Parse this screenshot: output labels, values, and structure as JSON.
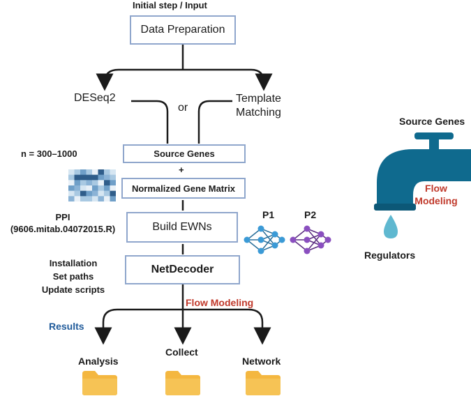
{
  "header": {
    "initial_step": "Initial step / Input"
  },
  "boxes": {
    "data_preparation": "Data Preparation",
    "source_genes": "Source Genes",
    "normalized_gene_matrix": "Normalized Gene Matrix",
    "build_ewns": "Build EWNs",
    "netdecoder": "NetDecoder"
  },
  "branches": {
    "deseq2": "DESeq2",
    "or": "or",
    "template_line1": "Template",
    "template_line2": "Matching"
  },
  "labels": {
    "n_range": "n = 300–1000",
    "plus": "+",
    "ppi_line1": "PPI",
    "ppi_line2": "(9606.mitab.04072015.R)",
    "p1": "P1",
    "p2": "P2",
    "install_line1": "Installation",
    "install_line2": "Set paths",
    "install_line3": "Update scripts",
    "flow_modeling": "Flow Modeling",
    "results": "Results"
  },
  "outputs": [
    {
      "label": "Analysis"
    },
    {
      "label": "Collect"
    },
    {
      "label": "Network"
    }
  ],
  "faucet": {
    "top_label": "Source Genes",
    "flow_line1": "Flow",
    "flow_line2": "Modeling",
    "bottom_label": "Regulators"
  },
  "colors": {
    "box_border": "#8fa6cc",
    "flow_red": "#c0392b",
    "results_blue": "#1f5a9a",
    "faucet_blue": "#0f6a8e",
    "folder_orange": "#f4b740",
    "net_p1": "#3b9ad6",
    "net_p2": "#8a4fbf"
  }
}
